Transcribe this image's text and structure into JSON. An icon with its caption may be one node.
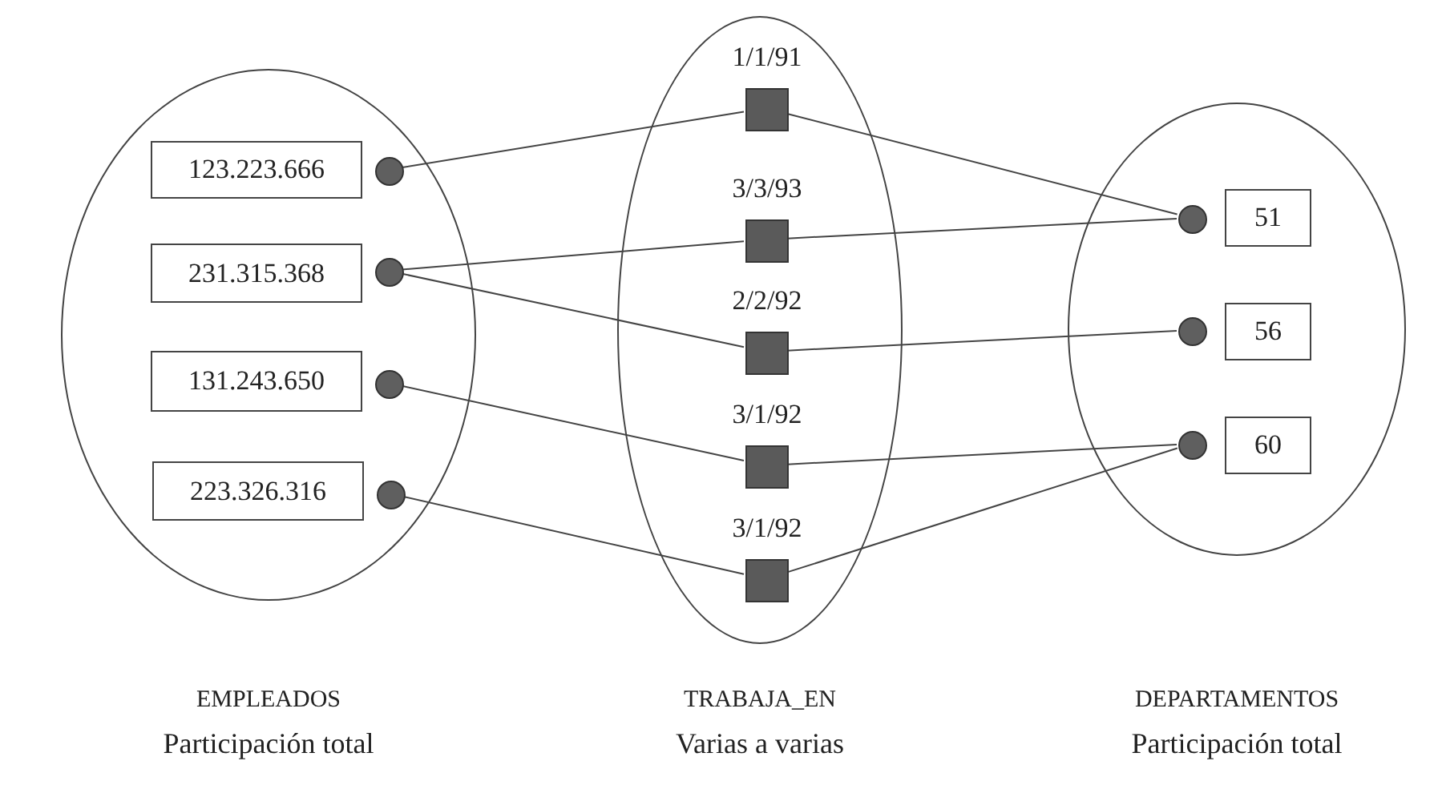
{
  "diagram": {
    "nodes": [
      {
        "text": [],
        "shape": "ellipse",
        "beside": [
          "EMPLEADOS",
          "Participación total"
        ]
      },
      {
        "text": [
          "123.223.666"
        ],
        "in": 0
      },
      {
        "text": [
          "231.315.368"
        ],
        "in": 0
      },
      {
        "text": [
          "131.243.650"
        ],
        "in": 0
      },
      {
        "text": [
          "223.326.316"
        ],
        "in": 0
      },
      {
        "text": [],
        "shape": "circle",
        "in": 0
      },
      {
        "text": [],
        "shape": "circle",
        "in": 0
      },
      {
        "text": [],
        "shape": "circle",
        "in": 0
      },
      {
        "text": [],
        "shape": "circle",
        "in": 0
      },
      {
        "text": [],
        "shape": "ellipse",
        "beside": [
          "TRABAJA_EN",
          "Varias a varias"
        ]
      },
      {
        "text": [
          "1/1/91"
        ],
        "in": 9
      },
      {
        "text": [
          "3/3/93"
        ],
        "in": 9
      },
      {
        "text": [
          "2/2/92"
        ],
        "in": 9
      },
      {
        "text": [
          "3/1/92"
        ],
        "in": 9
      },
      {
        "text": [
          "3/1/92"
        ],
        "in": 9
      },
      {
        "text": [],
        "shape": "ellipse",
        "beside": [
          "DEPARTAMENTOS",
          "Participación total"
        ]
      },
      {
        "text": [],
        "shape": "circle",
        "in": 15
      },
      {
        "text": [],
        "shape": "circle",
        "in": 15
      },
      {
        "text": [],
        "shape": "circle",
        "in": 15
      },
      {
        "text": [
          "51"
        ],
        "in": 15
      },
      {
        "text": [
          "56"
        ],
        "in": 15
      },
      {
        "text": [
          "60"
        ],
        "in": 15
      }
    ],
    "edges": [
      {
        "from": 5,
        "to": 10,
        "arrow": "none"
      },
      {
        "from": 6,
        "to": 11,
        "arrow": "none"
      },
      {
        "from": 6,
        "to": 12,
        "arrow": "none"
      },
      {
        "from": 7,
        "to": 13,
        "arrow": "none"
      },
      {
        "from": 8,
        "to": 14,
        "arrow": "none"
      },
      {
        "from": 10,
        "to": 16,
        "arrow": "none"
      },
      {
        "from": 11,
        "to": 16,
        "arrow": "none"
      },
      {
        "from": 12,
        "to": 17,
        "arrow": "none"
      },
      {
        "from": 13,
        "to": 18,
        "arrow": "none"
      },
      {
        "from": 14,
        "to": 18,
        "arrow": "none"
      }
    ]
  }
}
